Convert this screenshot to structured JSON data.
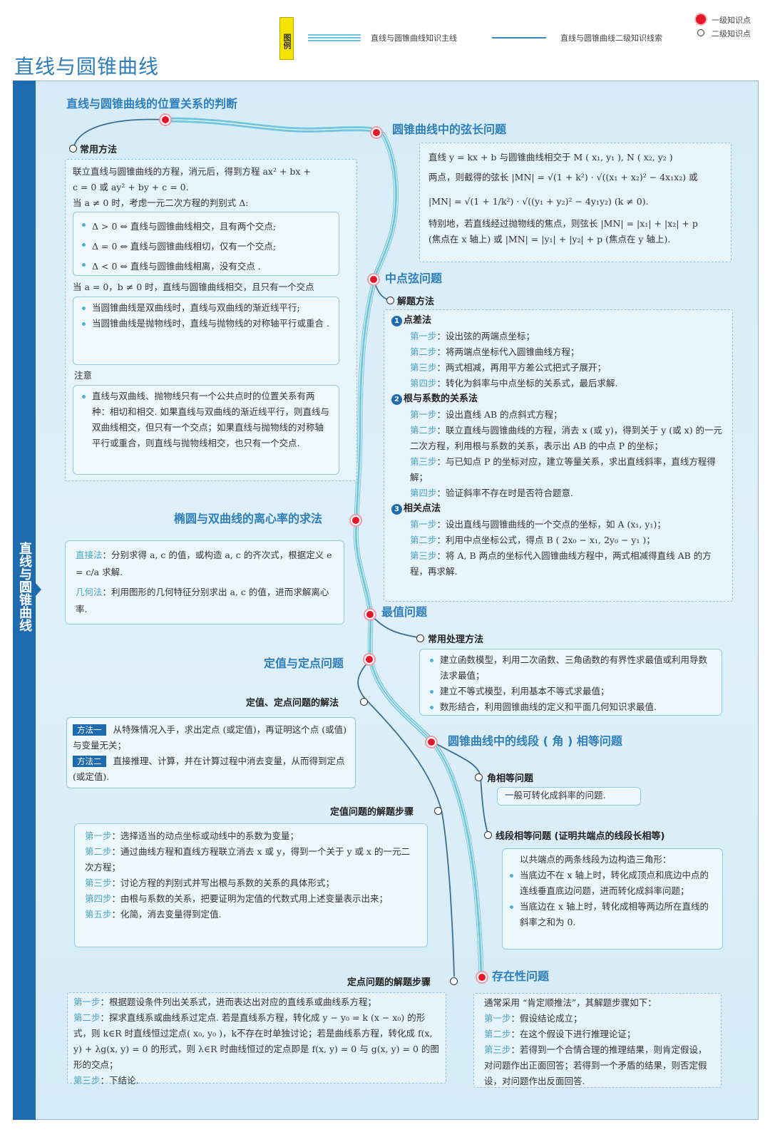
{
  "legend": {
    "tag": "图例",
    "main_line_label": "直线与圆锥曲线知识主线",
    "sub_line_label": "直线与圆锥曲线二级知识线索",
    "level1_label": "一级知识点",
    "level2_label": "二级知识点",
    "colors": {
      "main_line": "#6cc3dc",
      "sub_line": "#3a87b8",
      "level1_dot": "#e5182a",
      "tag_bg": "#f5e400"
    }
  },
  "page_title": "直线与圆锥曲线",
  "side_label": "直线与圆锥曲线",
  "colors": {
    "accent": "#2f7fbd",
    "sidebar": "#1e6bb0",
    "panel_bg": "#d7ecf8"
  },
  "nodes": {
    "position": {
      "title": "直线与圆锥曲线的位置关系的判断",
      "sub": "常用方法",
      "intro": [
        "联立直线与圆锥曲线的方程，消元后，得到方程 ax² + bx +",
        "c = 0 或 ay² + by + c = 0.",
        "当 a ≠ 0 时，考虑一元二次方程的判别式 Δ:"
      ],
      "delta": [
        "Δ > 0 ⇔ 直线与圆锥曲线相交，且有两个交点;",
        "Δ = 0 ⇔ 直线与圆锥曲线相切，仅有一个交点;",
        "Δ < 0 ⇔ 直线与圆锥曲线相离，没有交点 ."
      ],
      "a_zero": "当 a = 0，b ≠ 0 时，直线与圆锥曲线相交，且只有一个交点",
      "a_zero_items": [
        "当圆锥曲线是双曲线时，直线与双曲线的渐近线平行;",
        "当圆锥曲线是抛物线时，直线与抛物线的对称轴平行或重合 ."
      ],
      "note_label": "注意",
      "note": "直线与双曲线、抛物线只有一个公共点时的位置关系有两种：相切和相交. 如果直线与双曲线的渐近线平行，则直线与双曲线相交，但只有一个交点；如果直线与抛物线的对称轴平行或重合，则直线与抛物线相交，也只有一个交点."
    },
    "chord": {
      "title": "圆锥曲线中的弦长问题",
      "lines": [
        "直线 y = kx + b 与圆锥曲线相交于 M ( x₁, y₁ ), N ( x₂, y₂ )",
        "两点，则截得的弦长 |MN| = √(1 + k²) · √((x₁ + x₂)² − 4x₁x₂) 或",
        "|MN| = √(1 + 1/k²) · √((y₁ + y₂)² − 4y₁y₂)   (k ≠ 0).",
        "特别地，若直线经过抛物线的焦点，则弦长 |MN| = |x₁| + |x₂| + p",
        "(焦点在 x 轴上) 或 |MN| = |y₁| + |y₂| + p (焦点在 y 轴上)."
      ]
    },
    "midpoint": {
      "title": "中点弦问题",
      "sub": "解题方法",
      "methods": [
        {
          "num": "1",
          "name": "点差法",
          "steps": [
            {
              "label": "第一步",
              "text": "：设出弦的两端点坐标；"
            },
            {
              "label": "第二步",
              "text": "：将两端点坐标代入圆锥曲线方程；"
            },
            {
              "label": "第三步",
              "text": "：两式相减，再用平方差公式把式子展开；"
            },
            {
              "label": "第四步",
              "text": "：转化为斜率与中点坐标的关系式，最后求解."
            }
          ]
        },
        {
          "num": "2",
          "name": "根与系数的关系法",
          "steps": [
            {
              "label": "第一步",
              "text": "：设出直线 AB 的点斜式方程；"
            },
            {
              "label": "第二步",
              "text": "：联立直线与圆锥曲线的方程，消去 x (或 y)，得到关于 y (或 x) 的一元二次方程，利用根与系数的关系，表示出 AB 的中点 P 的坐标；"
            },
            {
              "label": "第三步",
              "text": "：与已知点 P 的坐标对应，建立等量关系，求出直线斜率，直线方程得解；"
            },
            {
              "label": "第四步",
              "text": "：验证斜率不存在时是否符合题意."
            }
          ]
        },
        {
          "num": "3",
          "name": "相关点法",
          "steps": [
            {
              "label": "第一步",
              "text": "：设出直线与圆锥曲线的一个交点的坐标，如 A (x₁, y₁)；"
            },
            {
              "label": "第二步",
              "text": "：利用中点坐标公式，得点 B ( 2x₀ − x₁, 2y₀ − y₁ )；"
            },
            {
              "label": "第三步",
              "text": "：将 A, B 两点的坐标代入圆锥曲线方程中，两式相减得直线 AB 的方程，再求解."
            }
          ]
        }
      ]
    },
    "eccentricity": {
      "title": "椭圆与双曲线的离心率的求法",
      "direct_label": "直接法",
      "direct_text": "：分别求得 a, c 的值，或构造 a, c 的齐次式，根据定义 e = c/a 求解.",
      "geo_label": "几何法",
      "geo_text": "：利用图形的几何特征分别求出 a, c 的值，进而求解离心率."
    },
    "extremum": {
      "title": "最值问题",
      "sub": "常用处理方法",
      "items": [
        "建立函数模型，利用二次函数、三角函数的有界性求最值或利用导数法求最值；",
        "建立不等式模型，利用基本不等式求最值；",
        "数形结合，利用圆锥曲线的定义和平面几何知识求最值."
      ]
    },
    "fixed": {
      "title": "定值与定点问题",
      "sub_methods": "定值、定点问题的解法",
      "method1_tag": "方法一",
      "method1": "从特殊情况入手，求出定点 (或定值)，再证明这个点 (或值) 与变量无关；",
      "method2_tag": "方法二",
      "method2": "直接推理、计算，并在计算过程中消去变量，从而得到定点 (或定值).",
      "sub_value_steps": "定值问题的解题步骤",
      "value_steps": [
        {
          "label": "第一步",
          "text": "：选择适当的动点坐标或动线中的系数为变量；"
        },
        {
          "label": "第二步",
          "text": "：通过曲线方程和直线方程联立消去 x 或 y，得到一个关于 y 或 x 的一元二次方程；"
        },
        {
          "label": "第三步",
          "text": "：讨论方程的判别式并写出根与系数的关系的具体形式；"
        },
        {
          "label": "第四步",
          "text": "：由根与系数的关系，把要证明为定值的代数式用上述变量表示出来；"
        },
        {
          "label": "第五步",
          "text": "：化简，消去变量得到定值."
        }
      ],
      "sub_point_steps": "定点问题的解题步骤",
      "point_steps": [
        {
          "label": "第一步",
          "text": "：根据题设条件列出关系式，进而表达出对应的直线系或曲线系方程；"
        },
        {
          "label": "第二步",
          "text": "：探求直线系或曲线系过定点. 若是直线系方程，转化成 y − y₀ = k (x − x₀) 的形式，则 k∈R 时直线恒过定点( x₀, y₀ )，k不存在时单独讨论；若是曲线系方程，转化成 f(x, y) + λg(x, y) = 0 的形式，则 λ∈R 时曲线恒过的定点即是 f(x, y) = 0 与 g(x, y) = 0 的图形的交点；"
        },
        {
          "label": "第三步",
          "text": "：下结论."
        }
      ]
    },
    "segment": {
      "title": "圆锥曲线中的线段 ( 角 ) 相等问题",
      "sub_angle": "角相等问题",
      "angle_text": "一般可转化成斜率的问题.",
      "sub_segment": "线段相等问题 (证明共端点的线段长相等)",
      "segment_intro": "以共端点的两条线段为边构造三角形：",
      "segment_items": [
        "当底边不在 x 轴上时，转化成顶点和底边中点的连线垂直底边问题，进而转化成斜率问题；",
        "当底边在 x 轴上时，转化成相等两边所在直线的斜率之和为 0."
      ]
    },
    "existence": {
      "title": "存在性问题",
      "intro": "通常采用 “肯定顺推法”，其解题步骤如下：",
      "steps": [
        {
          "label": "第一步",
          "text": "：假设结论成立；"
        },
        {
          "label": "第二步",
          "text": "：在这个假设下进行推理论证；"
        },
        {
          "label": "第三步",
          "text": "：若得到一个合情合理的推理结果，则肯定假设，对问题作出正面回答；若得到一个矛盾的结果，则否定假设，对问题作出反面回答."
        }
      ]
    }
  }
}
